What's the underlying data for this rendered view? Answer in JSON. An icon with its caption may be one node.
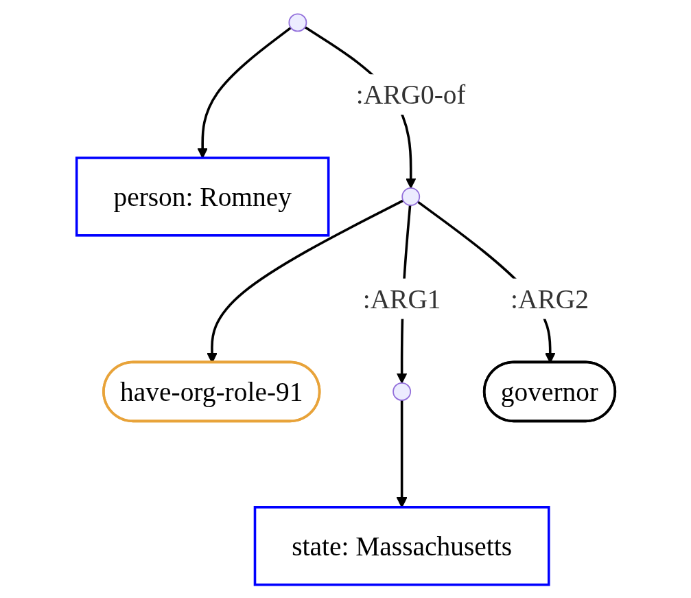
{
  "diagram": {
    "nodes": [
      {
        "text": [],
        "shape": "circle"
      },
      {
        "text": [
          "person: Romney"
        ]
      },
      {
        "text": [],
        "shape": "circle"
      },
      {
        "text": [
          "have-org-role-91"
        ]
      },
      {
        "text": [],
        "shape": "circle"
      },
      {
        "text": [
          "governor"
        ]
      },
      {
        "text": [
          "state: Massachusetts"
        ]
      }
    ],
    "edges": [
      {
        "from": 0,
        "to": 1,
        "arrow": "to"
      },
      {
        "from": 0,
        "to": 2,
        "arrow": "to",
        "label": ":ARG0-of"
      },
      {
        "from": 2,
        "to": 3,
        "arrow": "to"
      },
      {
        "from": 2,
        "to": 4,
        "arrow": "to",
        "label": ":ARG1"
      },
      {
        "from": 2,
        "to": 5,
        "arrow": "to",
        "label": ":ARG2"
      },
      {
        "from": 4,
        "to": 6,
        "arrow": "to"
      }
    ]
  }
}
